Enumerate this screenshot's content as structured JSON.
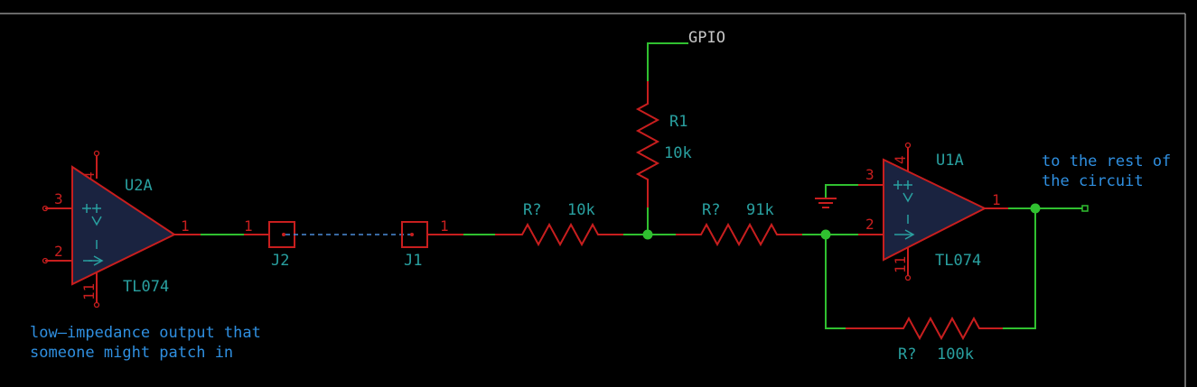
{
  "colors": {
    "background": "#000000",
    "wire": "#30c030",
    "component": "#c81e1e",
    "component_fill": "#1a2340",
    "reference_text": "#29a0a0",
    "net_label": "#c8c8c8",
    "note_text": "#2f8fe0",
    "pin_number": "#c81e1e",
    "patch_cable": "#4a8ad8",
    "sheet_border": "#8a8a8a"
  },
  "net_labels": {
    "gpio": "GPIO"
  },
  "components": {
    "u2a": {
      "reference": "U2A",
      "value": "TL074",
      "pin_plus": "3",
      "pin_minus": "2",
      "pin_out": "1",
      "pin_vpos": "4",
      "pin_vneg": "11"
    },
    "u1a": {
      "reference": "U1A",
      "value": "TL074",
      "pin_plus": "3",
      "pin_minus": "2",
      "pin_out": "1",
      "pin_vpos": "4",
      "pin_vneg": "11"
    },
    "j2": {
      "reference": "J2",
      "pin": "1"
    },
    "j1": {
      "reference": "J1",
      "pin": "1"
    },
    "r_input": {
      "reference": "R?",
      "value": "10k"
    },
    "r1": {
      "reference": "R1",
      "value": "10k"
    },
    "r_mid": {
      "reference": "R?",
      "value": "91k"
    },
    "r_feedback": {
      "reference": "R?",
      "value": "100k"
    }
  },
  "notes": {
    "source_line1": "low–impedance output that",
    "source_line2": "someone might patch in",
    "output_line1": "to the rest of",
    "output_line2": "the circuit"
  }
}
